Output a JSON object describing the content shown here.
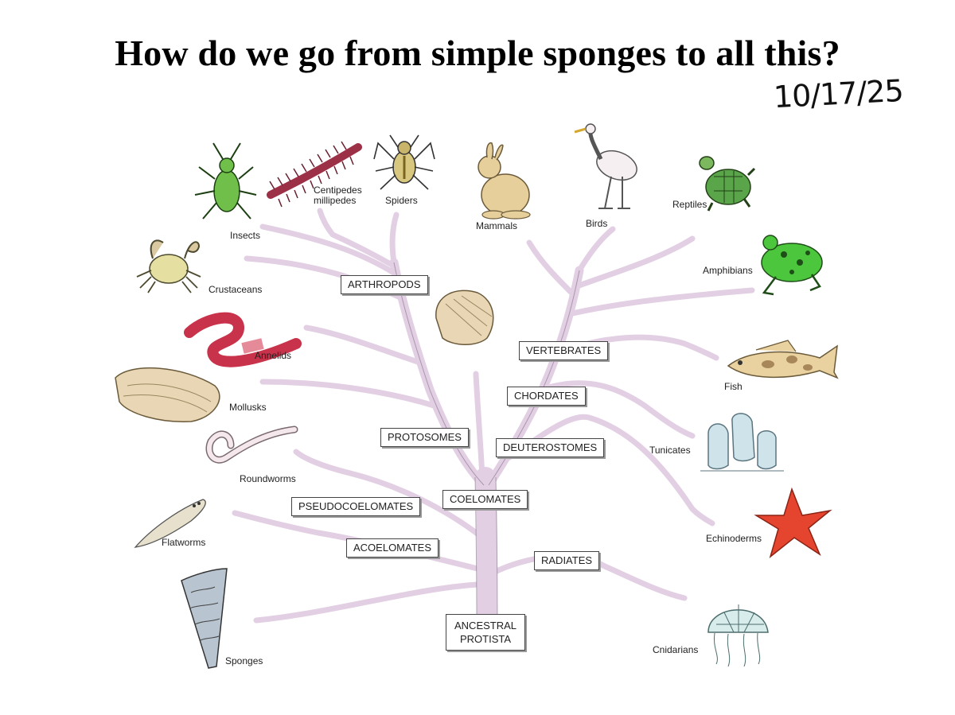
{
  "title": "How do we go from simple sponges to all this?",
  "handwritten_date": "10/17/25",
  "groups": {
    "arthropods": "ARTHROPODS",
    "vertebrates": "VERTEBRATES",
    "chordates": "CHORDATES",
    "protosomes": "PROTOSOMES",
    "deuterostomes": "DEUTEROSTOMES",
    "coelomates": "COELOMATES",
    "pseudocoelomates": "PSEUDOCOELOMATES",
    "acoelomates": "ACOELOMATES",
    "radiates": "RADIATES",
    "ancestral_line1": "ANCESTRAL",
    "ancestral_line2": "PROTISTA"
  },
  "animals": {
    "insects": "Insects",
    "centipedes_line1": "Centipedes",
    "centipedes_line2": "millipedes",
    "spiders": "Spiders",
    "mammals": "Mammals",
    "birds": "Birds",
    "reptiles": "Reptiles",
    "crustaceans": "Crustaceans",
    "amphibians": "Amphibians",
    "annelids": "Annelids",
    "fish": "Fish",
    "mollusks": "Mollusks",
    "tunicates": "Tunicates",
    "roundworms": "Roundworms",
    "flatworms": "Flatworms",
    "echinoderms": "Echinoderms",
    "sponges": "Sponges",
    "cnidarians": "Cnidarians"
  },
  "colors": {
    "branch_fill": "#e2cfe3",
    "branch_stroke": "#7a6a80",
    "insect_green": "#6fbf4a",
    "frog_green": "#4cc63c",
    "turtle_green": "#5aa44a",
    "worm_red": "#c8324a",
    "starfish_red": "#e5452f",
    "shell_tan": "#e8d6b5",
    "rabbit_tan": "#e6cf9a",
    "fish_tan": "#e9d2a0",
    "tunicate_blue": "#cfe3ea",
    "jelly_blue": "#d8ecec",
    "sponge_gray": "#b8c4d0"
  }
}
